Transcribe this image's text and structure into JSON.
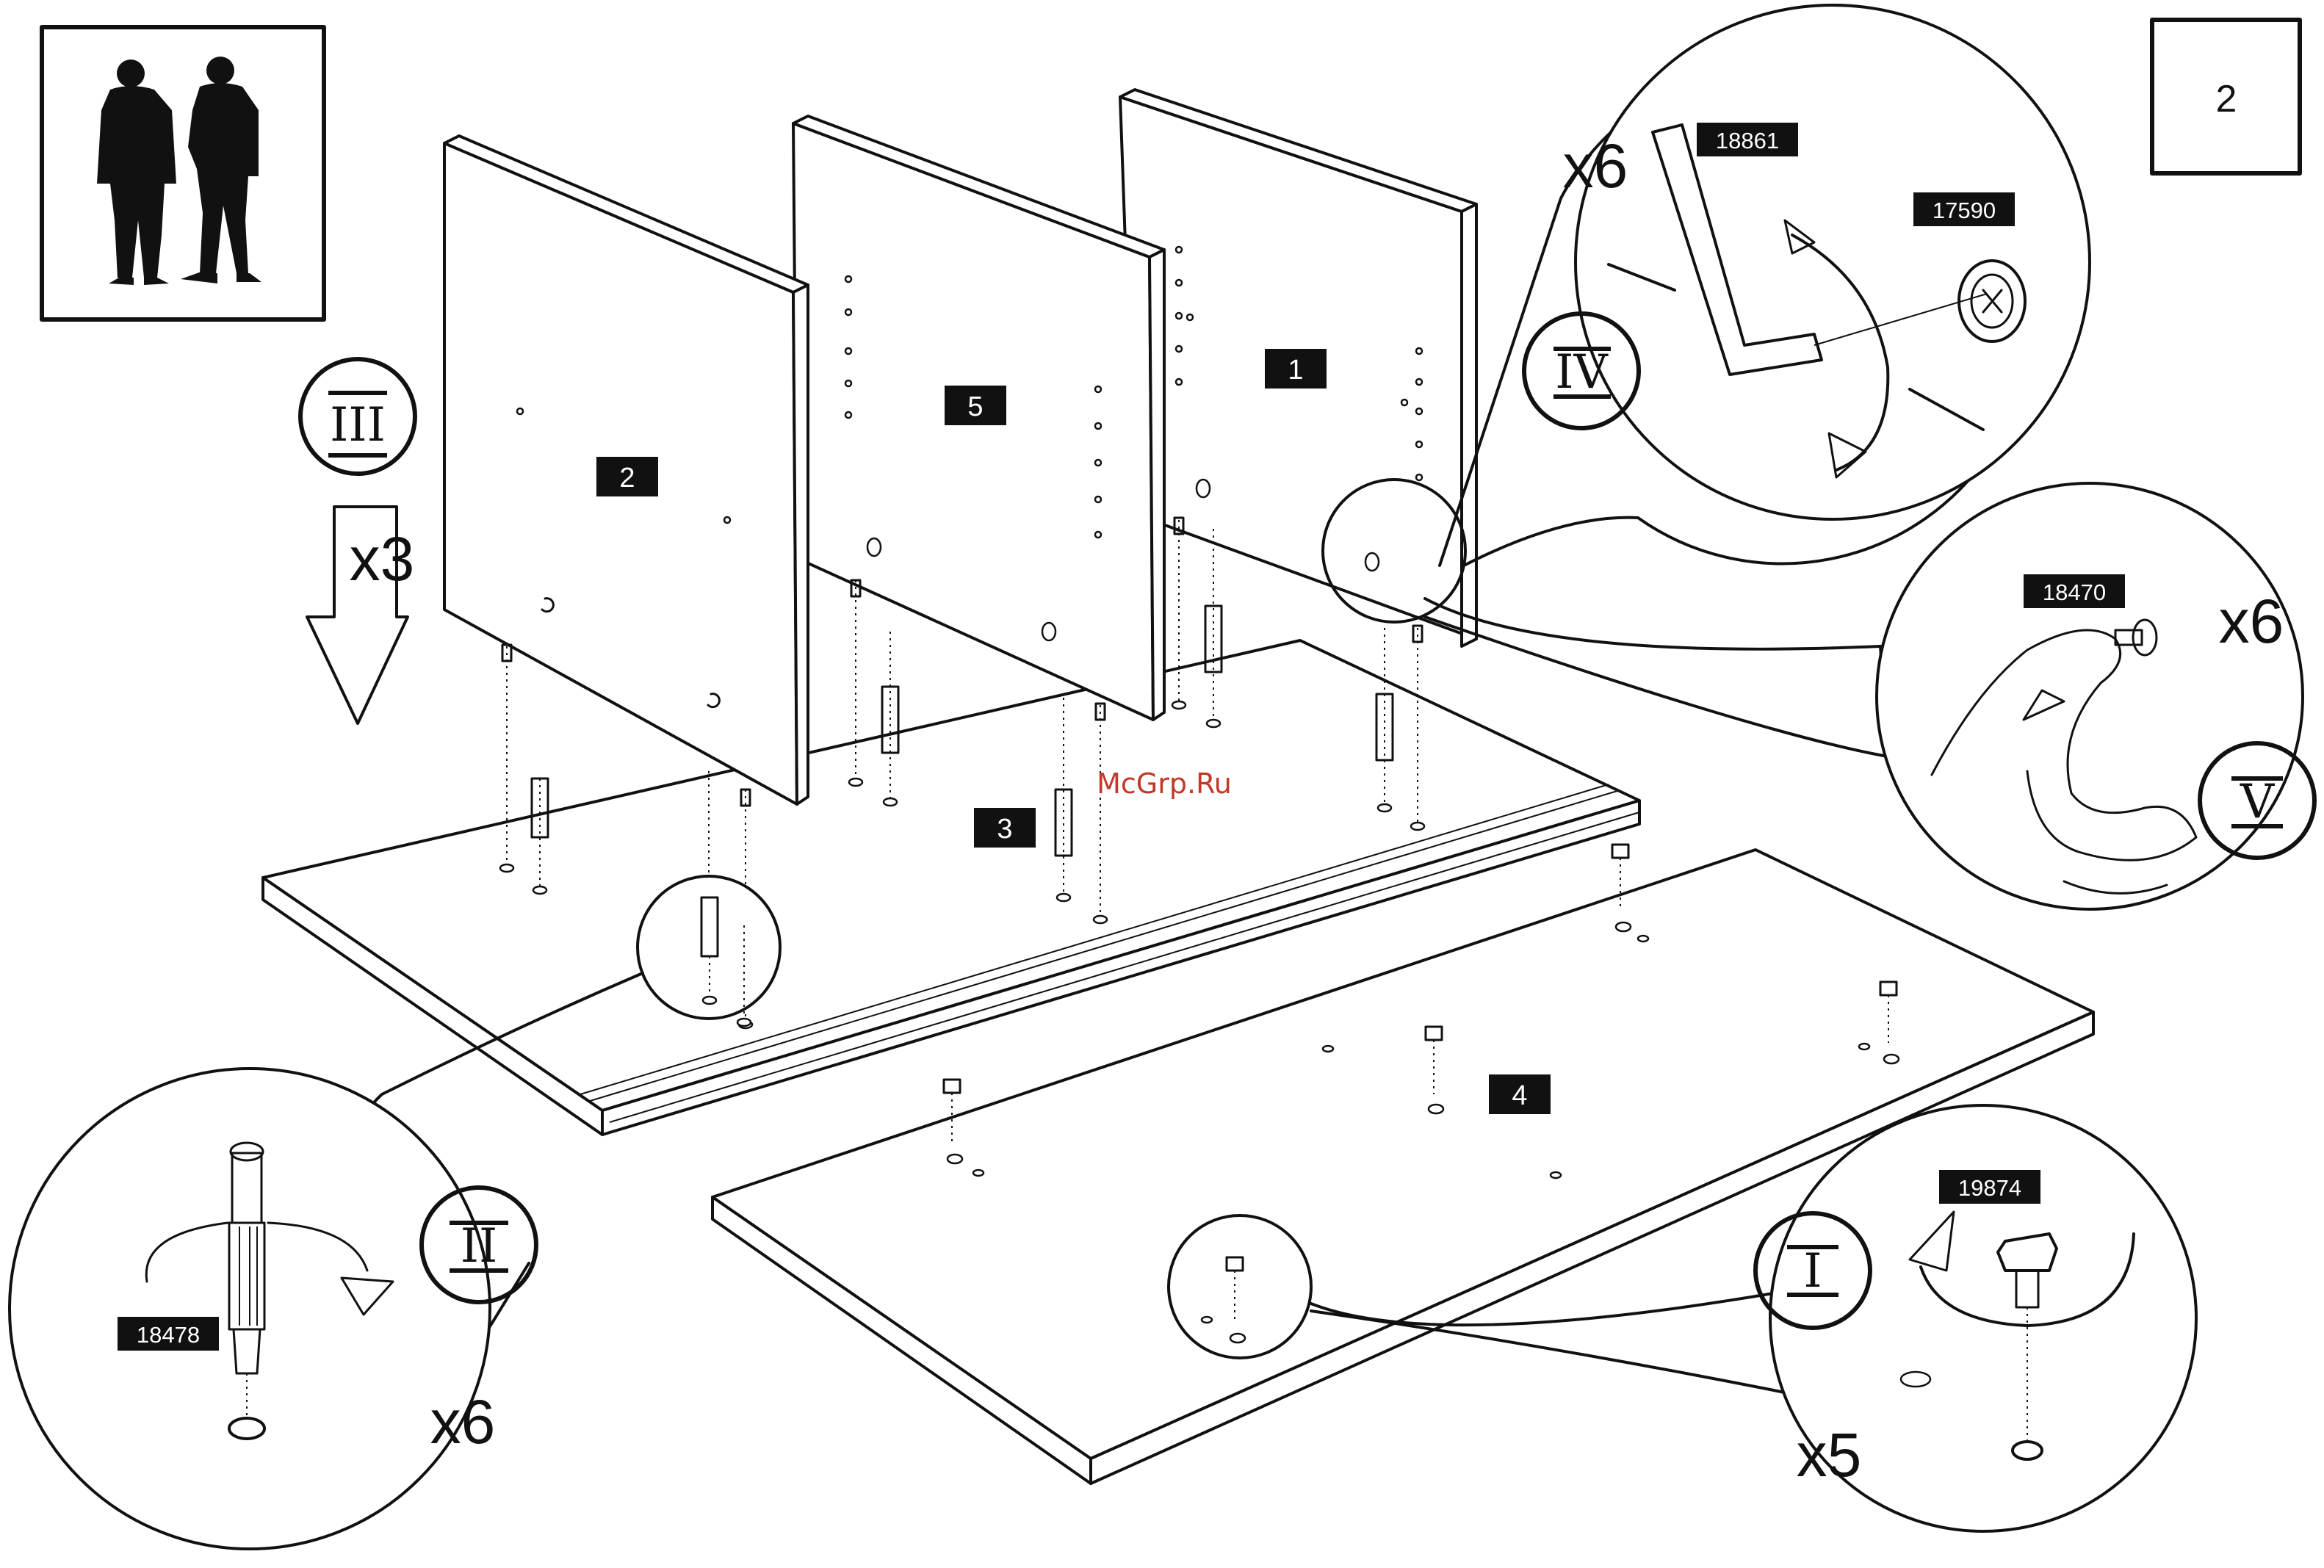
{
  "page_number": "2",
  "watermark": "McGrp.Ru",
  "persons_icon": "two-people-icon",
  "panels": {
    "p1": "1",
    "p2": "2",
    "p3": "3",
    "p4": "4",
    "p5": "5"
  },
  "steps": {
    "s1": "I",
    "s2": "II",
    "s3": "III",
    "s4": "IV",
    "s5": "V"
  },
  "quantities": {
    "step3": "x3",
    "step4": "x6",
    "step5": "x6",
    "step2": "x6",
    "step1": "x5"
  },
  "parts": {
    "hex_key": "18861",
    "cam_lock": "17590",
    "cap": "18470",
    "dowel": "18478",
    "leveler": "19874"
  }
}
